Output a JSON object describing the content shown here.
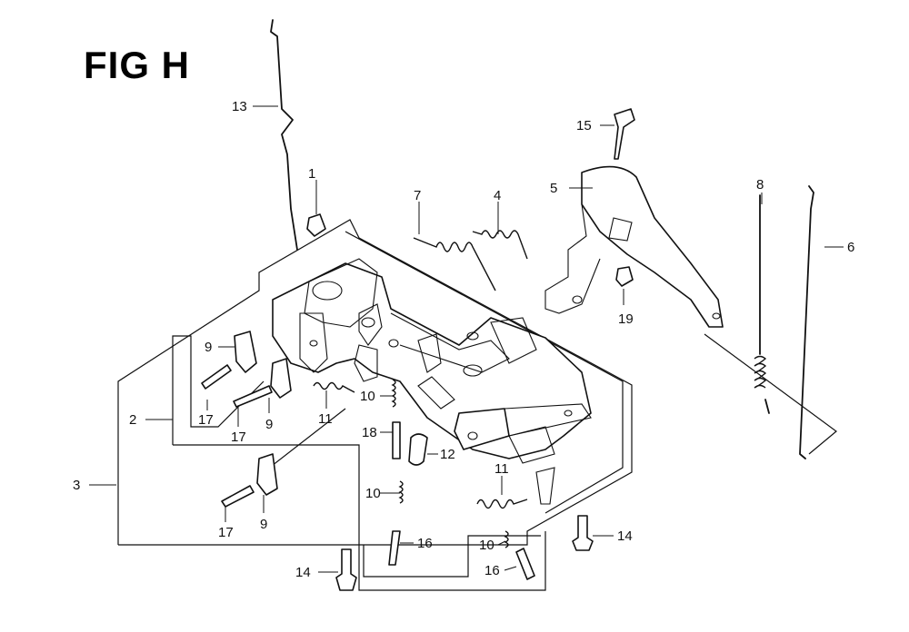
{
  "figure": {
    "title": "FIG H"
  },
  "callouts": {
    "c1": "1",
    "c2": "2",
    "c3": "3",
    "c4": "4",
    "c5": "5",
    "c6": "6",
    "c7": "7",
    "c8": "8",
    "c9a": "9",
    "c9b": "9",
    "c9c": "9",
    "c10a": "10",
    "c10b": "10",
    "c10c": "10",
    "c11a": "11",
    "c11b": "11",
    "c12": "12",
    "c13": "13",
    "c14a": "14",
    "c14b": "14",
    "c15": "15",
    "c16a": "16",
    "c16b": "16",
    "c17a": "17",
    "c17b": "17",
    "c17c": "17",
    "c18": "18",
    "c19": "19"
  }
}
